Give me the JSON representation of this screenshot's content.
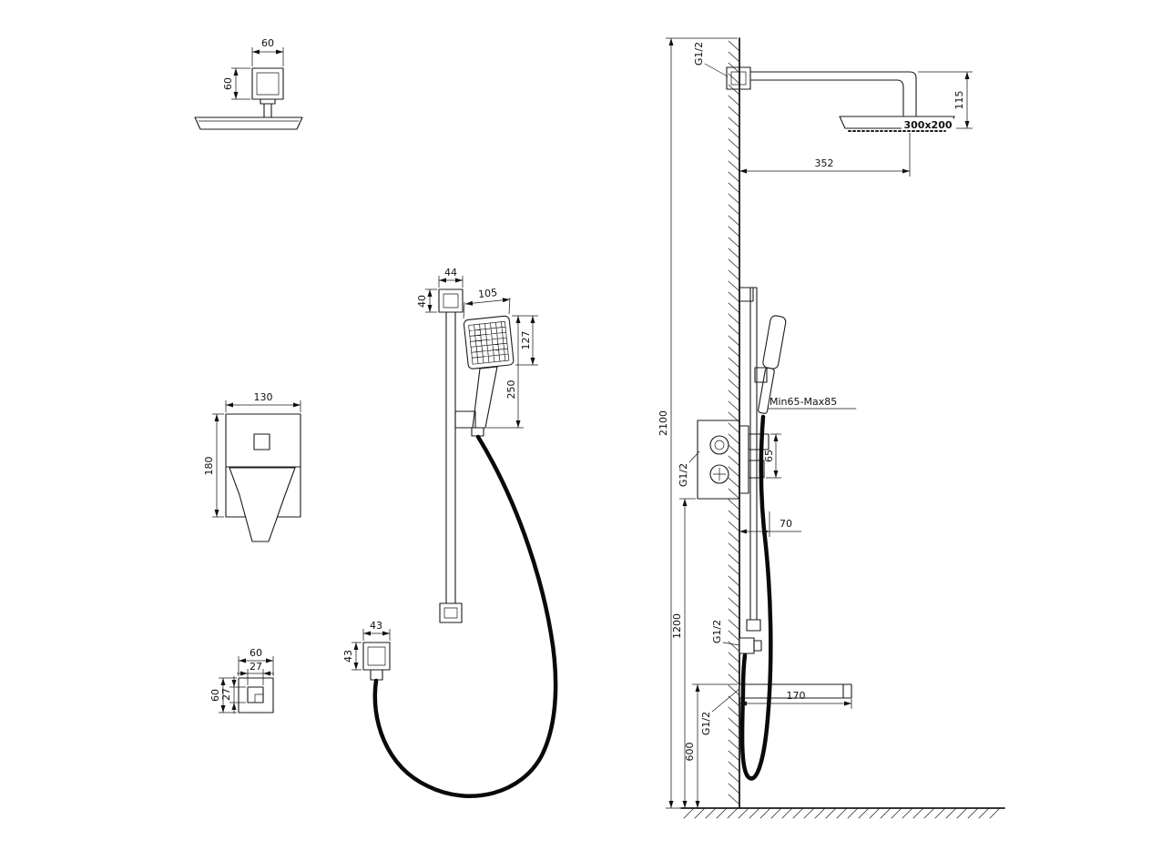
{
  "style": {
    "background": "#ffffff",
    "line_color": "#1a1a1a",
    "hose_color": "#0a0a0a"
  },
  "dims": {
    "overhead_front": {
      "w": "60",
      "h": "60"
    },
    "mixer": {
      "w": "130",
      "h": "180"
    },
    "wall_union": {
      "outer_w": "60",
      "inner_w": "27",
      "outer_h": "60",
      "inner_h": "27"
    },
    "rail_bracket": {
      "w": "44",
      "h": "40"
    },
    "handshower": {
      "w": "105",
      "head_h": "127",
      "total_h": "250"
    },
    "hose_elbow": {
      "w": "43",
      "h": "43"
    },
    "side": {
      "drop": "115",
      "reach": "352",
      "head": "300x200",
      "total_h": "2100",
      "valve_note": "Min65-Max85",
      "knob": "65",
      "hose_gap": "70",
      "rail_h": "1200",
      "spout_reach": "170",
      "spout_h": "600",
      "g_top": "G1/2",
      "g_valve": "G1/2",
      "g_hose": "G1/2",
      "g_spout": "G1/2"
    }
  }
}
